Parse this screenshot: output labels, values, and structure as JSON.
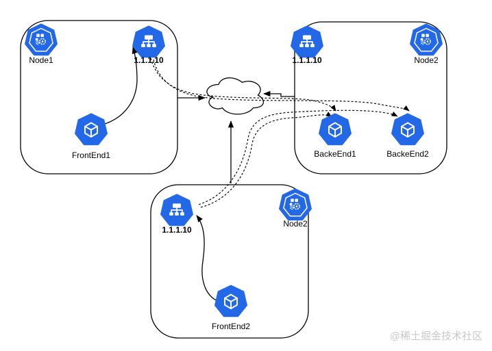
{
  "diagram": {
    "type": "kubernetes-service-routing",
    "colors": {
      "icon_blue": "#2368e6",
      "line_black": "#000000",
      "box_fill": "#ffffff",
      "watermark_gray": "#c9c9c9"
    },
    "groups": [
      {
        "name": "top-left-node-box",
        "items": [
          {
            "type": "node",
            "icon": "kubernetes-node-icon",
            "label": "Node1"
          },
          {
            "type": "service",
            "icon": "service-endpoints-icon",
            "label": "1.1.1.10"
          },
          {
            "type": "pod",
            "icon": "pod-cube-icon",
            "label": "FrontEnd1"
          }
        ]
      },
      {
        "name": "top-right-node-box",
        "items": [
          {
            "type": "service",
            "icon": "service-endpoints-icon",
            "label": "1.1.1.10"
          },
          {
            "type": "node",
            "icon": "kubernetes-node-icon",
            "label": "Node2"
          },
          {
            "type": "pod",
            "icon": "pod-cube-icon",
            "label": "BackeEnd1"
          },
          {
            "type": "pod",
            "icon": "pod-cube-icon",
            "label": "BackeEnd2"
          }
        ]
      },
      {
        "name": "bottom-node-box",
        "items": [
          {
            "type": "service",
            "icon": "service-endpoints-icon",
            "label": "1.1.1.10"
          },
          {
            "type": "node",
            "icon": "kubernetes-node-icon",
            "label": "Node2"
          },
          {
            "type": "pod",
            "icon": "pod-cube-icon",
            "label": "FrontEnd2"
          }
        ]
      }
    ],
    "cloud": {
      "name": "network-cloud"
    },
    "edges": {
      "solid": [
        {
          "from": "FrontEnd1",
          "to": "service 1.1.1.10 (top-left box)"
        },
        {
          "from": "FrontEnd2",
          "to": "service 1.1.1.10 (bottom box)"
        },
        {
          "from": "top-left box edge",
          "to": "network cloud"
        },
        {
          "from": "top-right box edge",
          "to": "network cloud"
        },
        {
          "from": "bottom box edge",
          "to": "network cloud"
        }
      ],
      "dashed": [
        {
          "from": "service 1.1.1.10 (top-left box)",
          "to": "BackeEnd1"
        },
        {
          "from": "service 1.1.1.10 (top-left box)",
          "to": "BackeEnd2"
        },
        {
          "from": "service 1.1.1.10 (bottom box)",
          "to": "BackeEnd1"
        },
        {
          "from": "service 1.1.1.10 (bottom box)",
          "to": "BackeEnd2"
        }
      ]
    }
  },
  "watermark": {
    "text": "@稀土掘金技术社区"
  }
}
